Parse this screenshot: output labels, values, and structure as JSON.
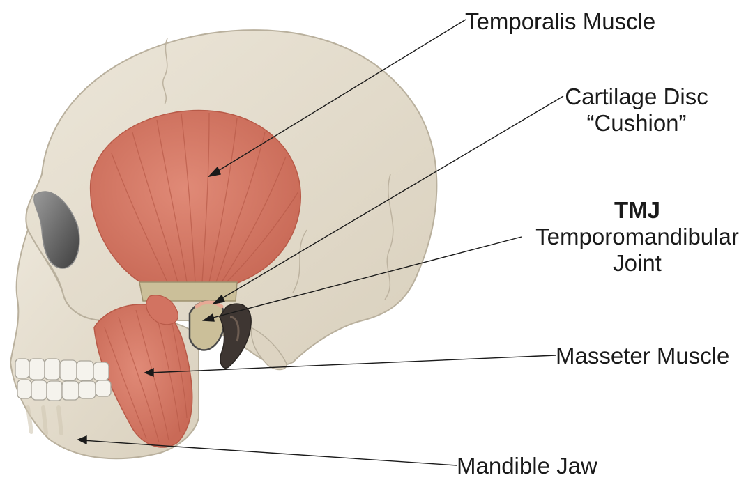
{
  "labels": {
    "temporalis": "Temporalis Muscle",
    "cartilage_line1": "Cartilage Disc",
    "cartilage_line2": "“Cushion”",
    "tmj_title": "TMJ",
    "tmj_line1": "Temporomandibular",
    "tmj_line2": "Joint",
    "masseter": "Masseter Muscle",
    "mandible": "Mandible Jaw"
  },
  "colors": {
    "bone": "#e6dfd1",
    "bone_outline": "#b9b09d",
    "muscle": "#d87a68",
    "muscle_fiber": "#b85a48",
    "cavity": "#5c5c5c",
    "disc": "#cbbf99",
    "leader_line": "#1a1a1a"
  }
}
